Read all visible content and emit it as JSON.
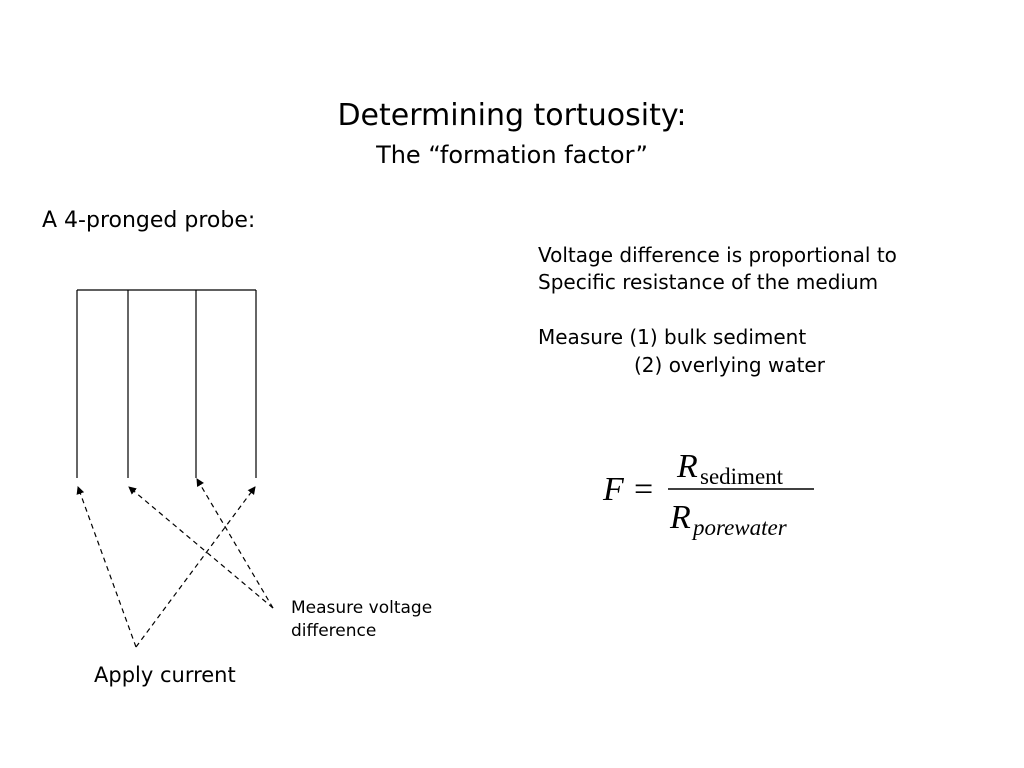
{
  "slide": {
    "title": "Determining tortuosity:",
    "subtitle": "The “formation factor”"
  },
  "left": {
    "heading": "A 4-pronged probe:",
    "label_measure_line1": "Measure voltage",
    "label_measure_line2": "difference",
    "label_apply": "Apply current"
  },
  "right": {
    "line1": "Voltage difference is proportional to",
    "line2": "Specific resistance of the  medium",
    "line3": "Measure (1) bulk sediment",
    "line4": "(2) overlying water"
  },
  "equation": {
    "lhs": "F",
    "equals": "=",
    "numerator_symbol": "R",
    "numerator_subscript": "sediment",
    "denominator_symbol": "R",
    "denominator_subscript": "porewater"
  }
}
